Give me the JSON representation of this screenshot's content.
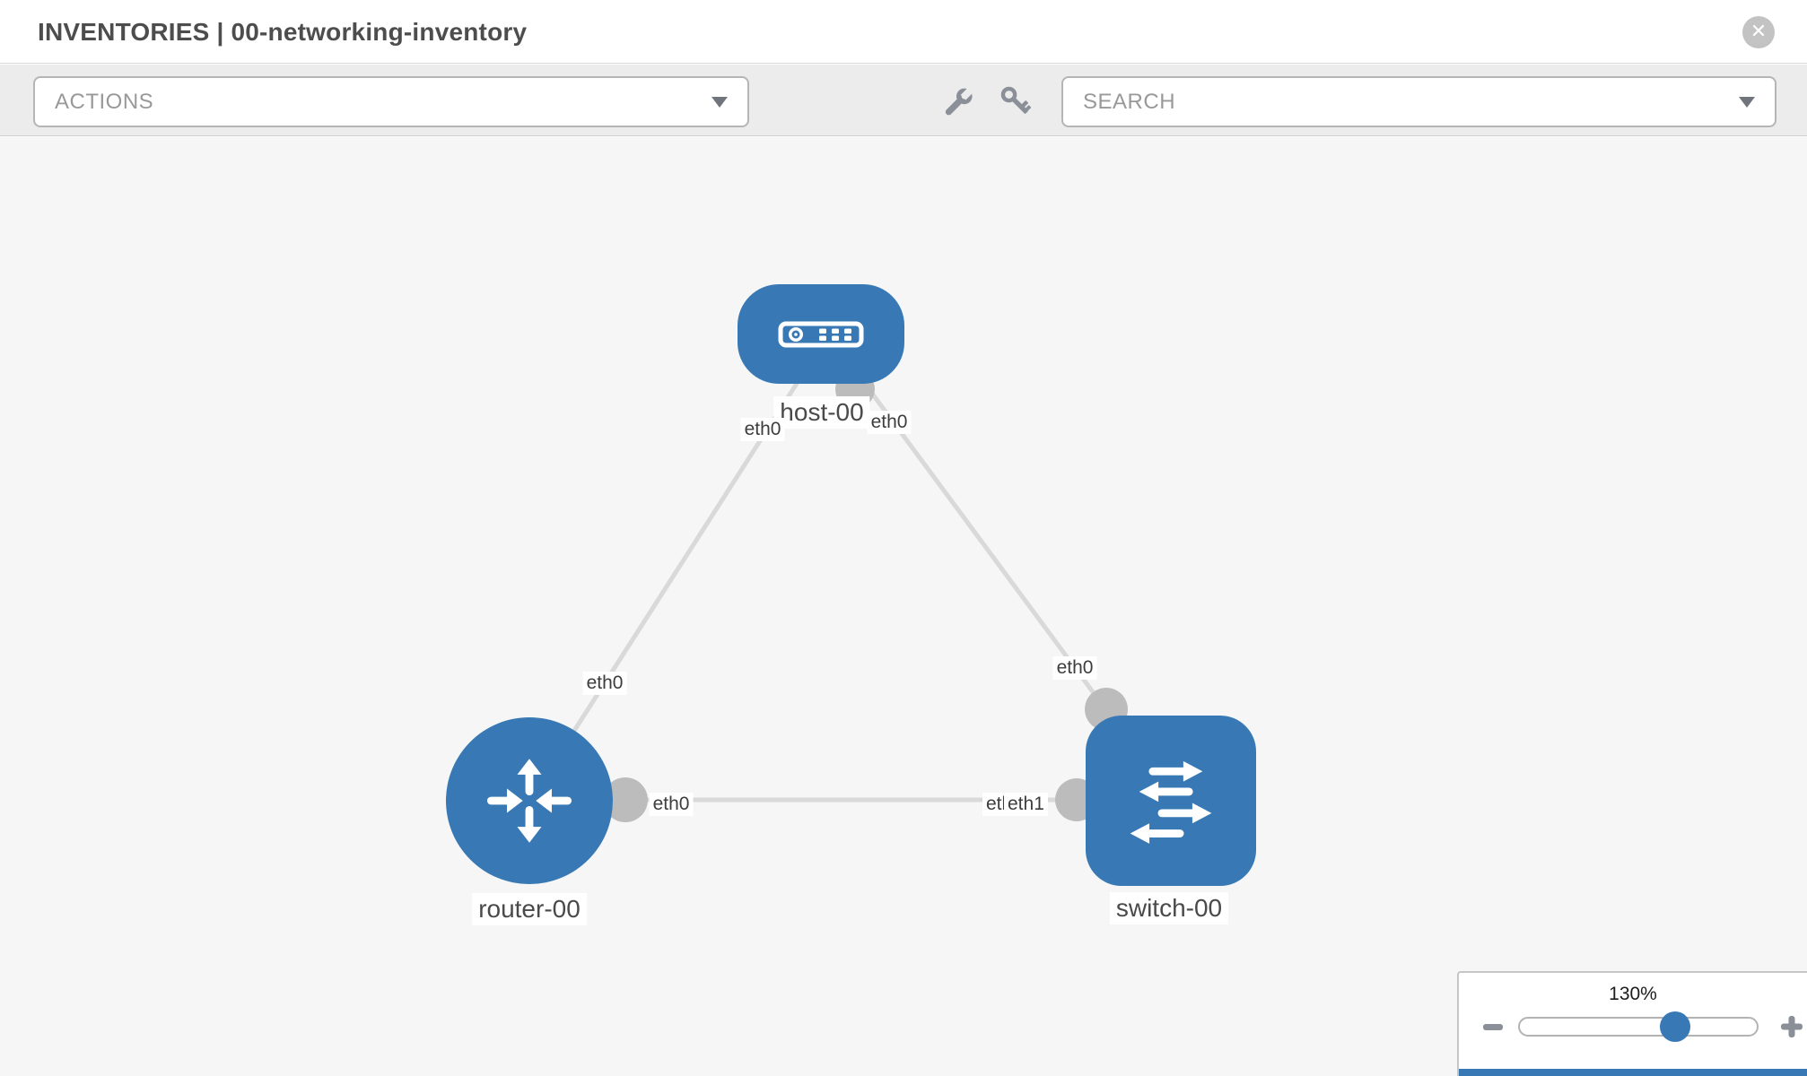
{
  "header": {
    "title": "INVENTORIES | 00-networking-inventory"
  },
  "toolbar": {
    "actions_label": "ACTIONS",
    "search_label": "SEARCH",
    "tool_icons": [
      "wrench-icon",
      "key-icon"
    ]
  },
  "topology": {
    "nodes": [
      {
        "label": "host-00",
        "type": "host"
      },
      {
        "label": "router-00",
        "type": "router"
      },
      {
        "label": "switch-00",
        "type": "switch"
      }
    ],
    "links": [
      {
        "from": "router-00",
        "from_interface": "eth0",
        "to": "host-00",
        "to_interface": "eth0"
      },
      {
        "from": "switch-00",
        "from_interface": "eth0",
        "to": "host-00",
        "to_interface": "eth0"
      },
      {
        "from": "router-00",
        "from_interface": "eth0",
        "to": "switch-00",
        "to_interface": "eth1"
      }
    ],
    "interface_labels": {
      "host_left": "eth0",
      "host_right": "eth0",
      "router_top": "eth0",
      "switch_top": "eth0",
      "router_right": "eth0",
      "switch_left_under": "eth0",
      "switch_left": "eth1"
    }
  },
  "zoom": {
    "level": "130%"
  },
  "colors": {
    "node_blue": "#3879b5",
    "link_gray": "#d9d9d9",
    "connector_gray": "#bcbcbc",
    "canvas_bg": "#f6f6f6",
    "toolbar_bg": "#ececec",
    "label_text": "#4a4a4a",
    "muted_text": "#999999",
    "icon_gray": "#8a8f98",
    "title_text": "#4d4d4d"
  }
}
